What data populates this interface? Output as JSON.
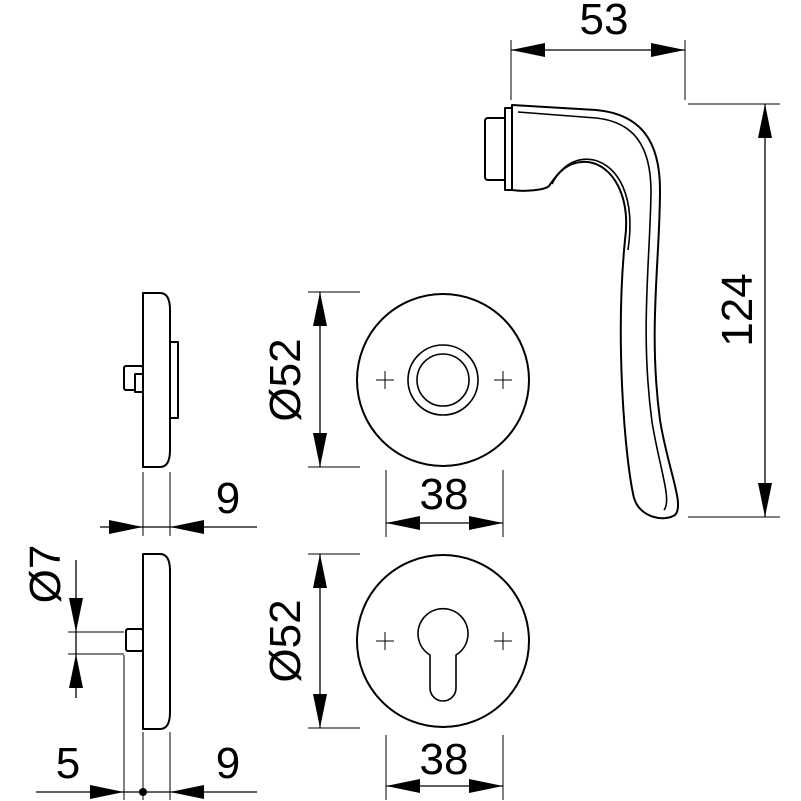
{
  "dimensions": {
    "handle_width": "53",
    "handle_height": "124",
    "rose_top_diameter": "Ø52",
    "rose_top_hole_spacing": "38",
    "rose_bottom_diameter": "Ø52",
    "rose_bottom_hole_spacing": "38",
    "side_thickness_top": "9",
    "pin_diameter": "Ø7",
    "pin_length": "5",
    "side_thickness_bottom": "9"
  }
}
